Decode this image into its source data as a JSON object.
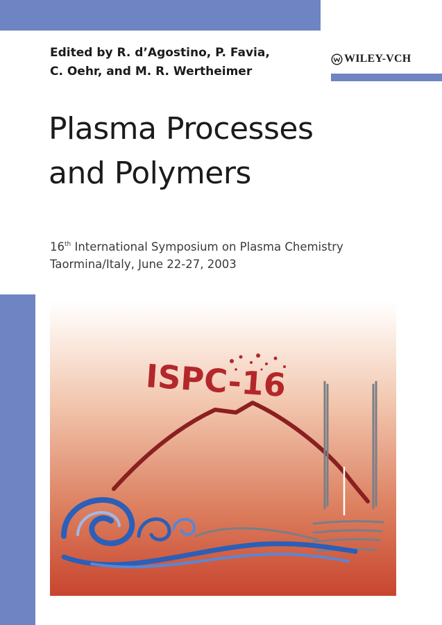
{
  "editors": {
    "line1": "Edited by R. d’Agostino, P. Favia,",
    "line2": "C. Oehr, and M. R. Wertheimer"
  },
  "publisher": {
    "name": "WILEY-VCH"
  },
  "title": {
    "line1": "Plasma Processes",
    "line2": "and Polymers"
  },
  "subtitle": {
    "ordinal_number": "16",
    "ordinal_suffix": "th",
    "line1_rest": " International Symposium on Plasma Chemistry",
    "line2": "Taormina/Italy, June 22-27, 2003"
  },
  "artwork": {
    "logo_text": "ISPC-16"
  },
  "colors": {
    "accent_blue": "#6f84c2",
    "logo_red": "#b3272a",
    "volcano_line": "#8a1f22",
    "wave_blue": "#2b5fb8"
  }
}
